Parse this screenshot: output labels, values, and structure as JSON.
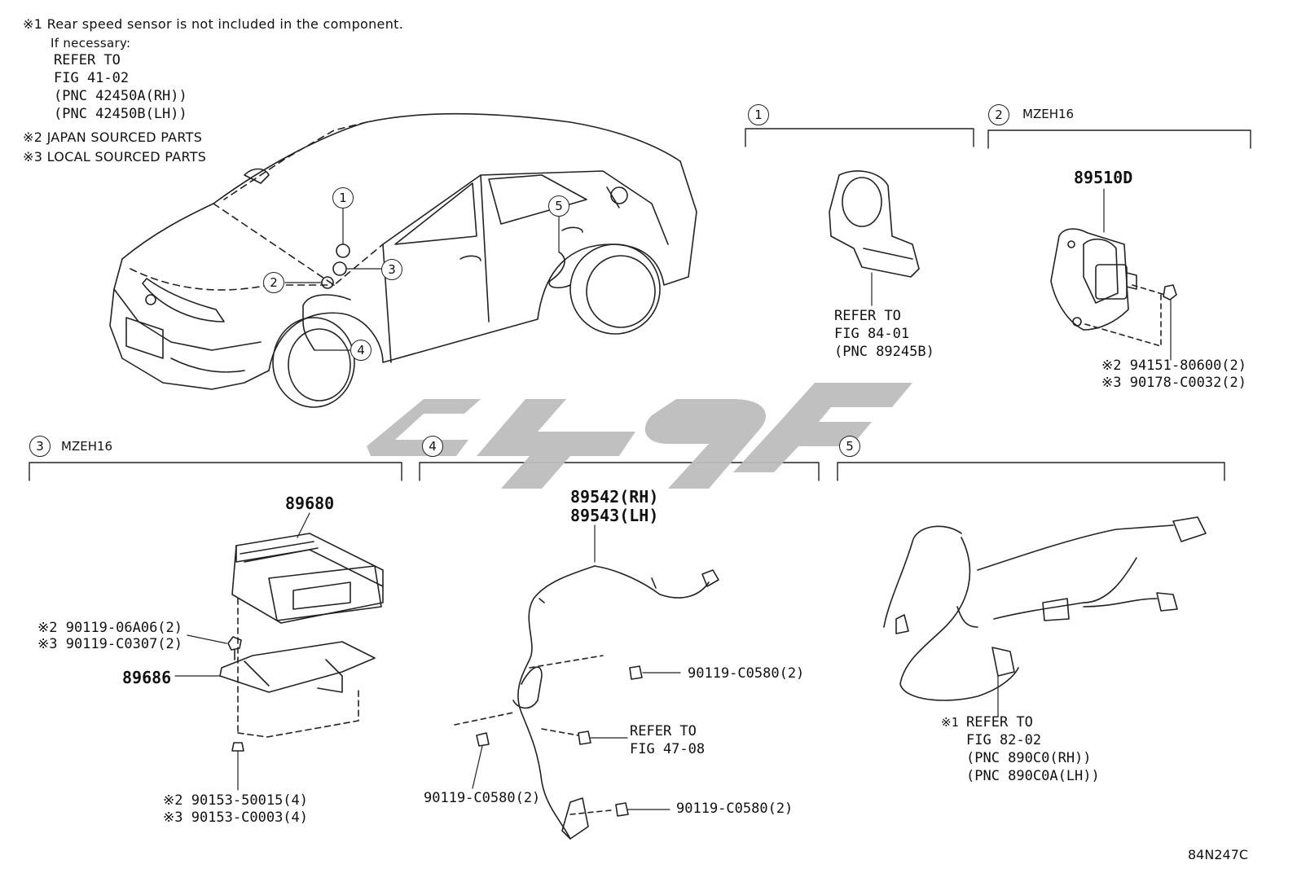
{
  "notes": {
    "n1": "※1 Rear speed sensor is not included in the component.",
    "n1_sub1": "If necessary:",
    "n1_ref1": "REFER TO",
    "n1_ref2": "FIG 41-02",
    "n1_ref3": "(PNC 42450A(RH))",
    "n1_ref4": "(PNC 42450B(LH))",
    "n2": "※2 JAPAN SOURCED PARTS",
    "n3": "※3 LOCAL SOURCED PARTS"
  },
  "callouts": [
    "1",
    "2",
    "3",
    "4",
    "5"
  ],
  "sections": {
    "s1": {
      "num": "1",
      "label": "",
      "ref1": "REFER TO",
      "ref2": "FIG 84-01",
      "ref3": "(PNC 89245B)"
    },
    "s2": {
      "num": "2",
      "label": "MZEH16",
      "part": "89510D",
      "p1": "※2 94151-80600(2)",
      "p2": "※3 90178-C0032(2)"
    },
    "s3": {
      "num": "3",
      "label": "MZEH16",
      "part": "89680",
      "bracket": "89686",
      "b1": "※2 90119-06A06(2)",
      "b2": "※3 90119-C0307(2)",
      "c1": "※2 90153-50015(4)",
      "c2": "※3 90153-C0003(4)"
    },
    "s4": {
      "num": "4",
      "label": "",
      "part1": "89542(RH)",
      "part2": "89543(LH)",
      "bolt1": "90119-C0580(2)",
      "bolt2": "90119-C0580(2)",
      "bolt3": "90119-C0580(2)",
      "ref1": "REFER TO",
      "ref2": "FIG 47-08"
    },
    "s5": {
      "num": "5",
      "label": "",
      "ref0": "※1",
      "ref1": "REFER TO",
      "ref2": "FIG 82-02",
      "ref3": "(PNC 890C0(RH))",
      "ref4": "(PNC 890C0A(LH))"
    }
  },
  "code": "84N247C",
  "colors": {
    "line": "#222222",
    "watermark": "#bdbdbd"
  }
}
